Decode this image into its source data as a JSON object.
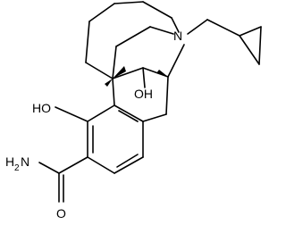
{
  "molecule": {
    "atom_labels": {
      "nitrogen": "N",
      "oh_top": "OH",
      "oh_phenol": "HO",
      "amide_h": "H",
      "amide_h_subscript": "2",
      "amide_n": "N",
      "carbonyl_o": "O"
    }
  }
}
